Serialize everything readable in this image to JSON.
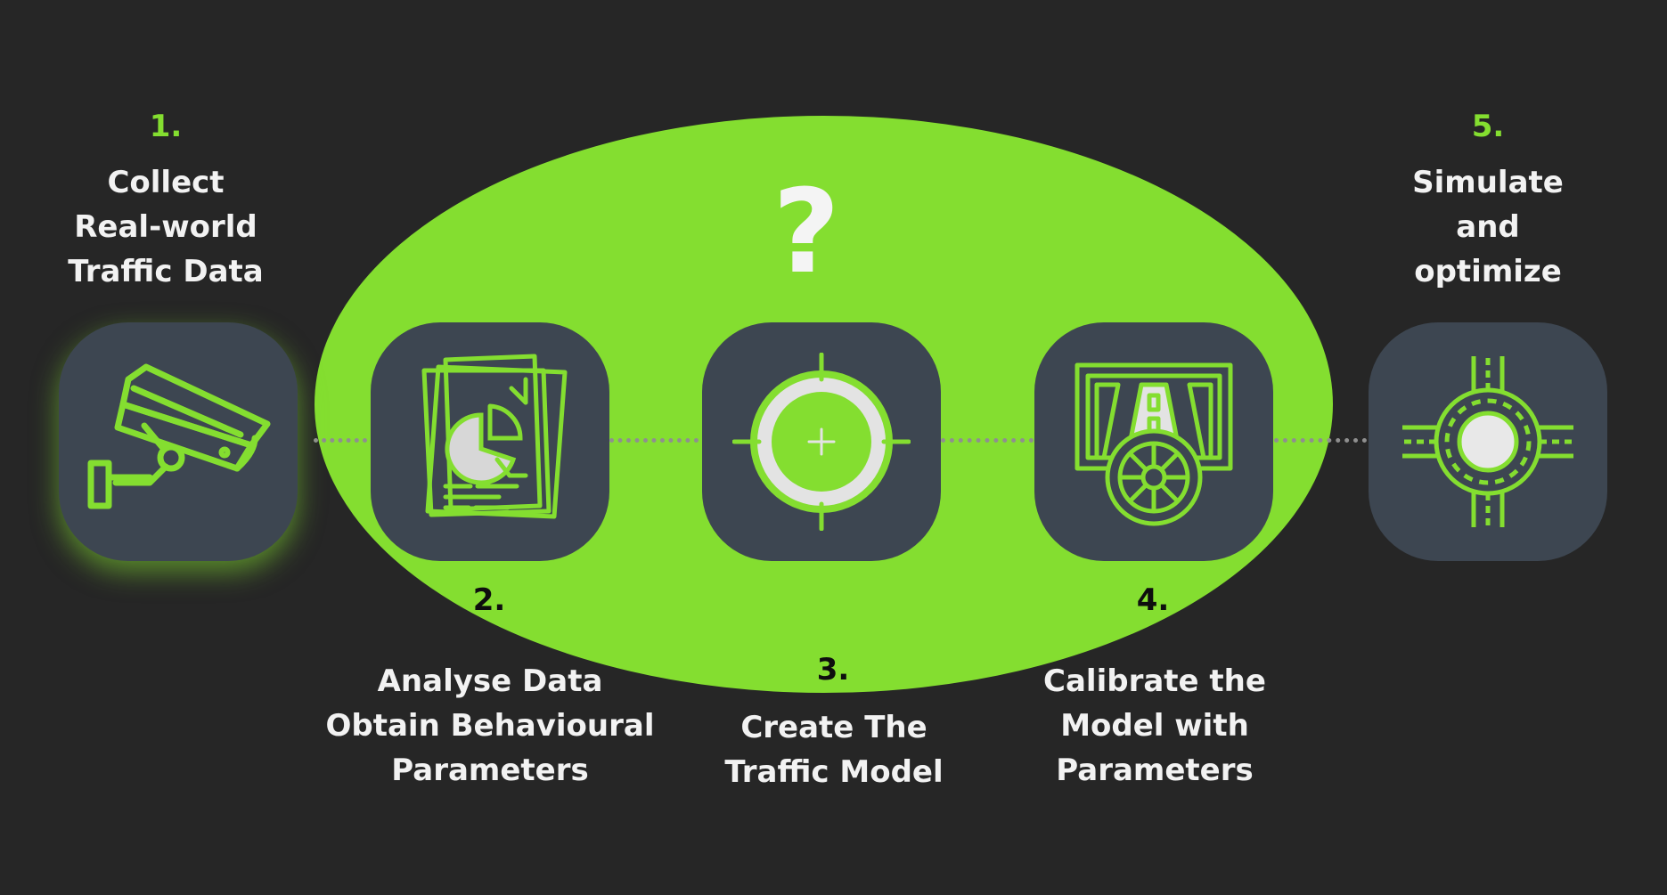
{
  "title_mark": "?",
  "colors": {
    "background": "#262626",
    "accent": "#84de30",
    "tile": "#3d4651",
    "icon_light": "#e3e3e3"
  },
  "steps": [
    {
      "number": "1.",
      "lines": [
        "Collect",
        "Real-world",
        "Traffic Data"
      ],
      "icon": "cctv-camera-icon"
    },
    {
      "number": "2.",
      "lines": [
        "Analyse Data",
        "Obtain Behavioural",
        "Parameters"
      ],
      "icon": "report-pie-chart-icon"
    },
    {
      "number": "3.",
      "lines": [
        "Create The",
        "Traffic Model"
      ],
      "icon": "crosshair-target-icon"
    },
    {
      "number": "4.",
      "lines": [
        "Calibrate the",
        "Model with",
        "Parameters"
      ],
      "icon": "road-tunnel-wheel-icon"
    },
    {
      "number": "5.",
      "lines": [
        "Simulate",
        "and",
        "optimize"
      ],
      "icon": "roundabout-icon"
    }
  ]
}
